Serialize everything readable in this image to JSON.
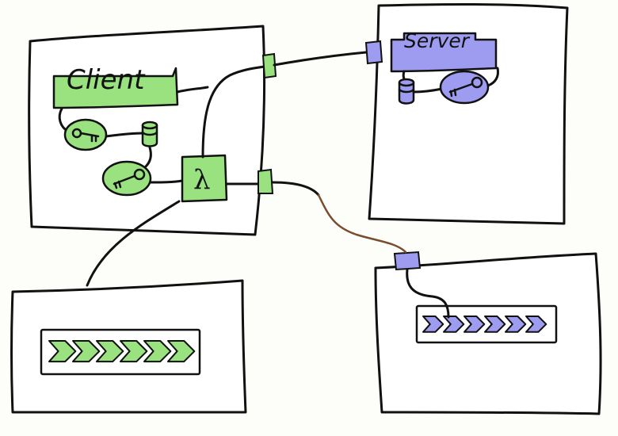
{
  "client": {
    "label": "Client",
    "queue_chevrons": 6
  },
  "server": {
    "label": "Server",
    "queue_chevrons": 6
  },
  "function_symbol": "λ",
  "colors": {
    "client_accent": "#99e27f",
    "server_accent": "#9d9cf0",
    "ink": "#111111",
    "network_wire": "#7a4d2e"
  },
  "icons": {
    "key": "key-icon",
    "database": "database-icon",
    "function": "lambda-icon",
    "port": "port-icon",
    "queue_item": "chevron-icon"
  }
}
